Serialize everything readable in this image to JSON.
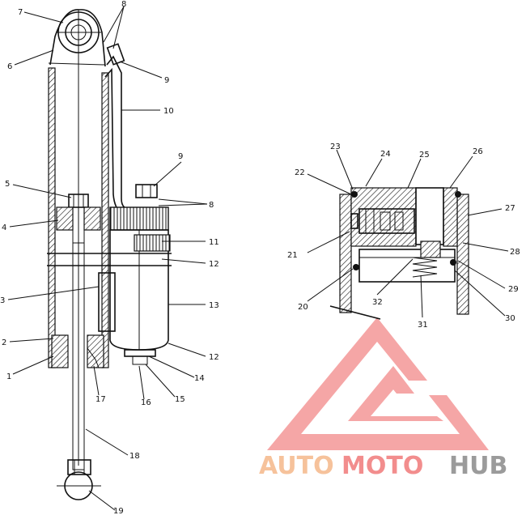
{
  "diagram": {
    "callouts": [
      "7",
      "8",
      "6",
      "9",
      "10",
      "9",
      "8",
      "5",
      "4",
      "11",
      "12",
      "3",
      "13",
      "2",
      "1",
      "12",
      "14",
      "17",
      "16",
      "15",
      "18",
      "19",
      "23",
      "24",
      "25",
      "26",
      "22",
      "27",
      "21",
      "28",
      "20",
      "32",
      "29",
      "31",
      "30"
    ]
  },
  "watermark": {
    "part1": "AUTO",
    "part2": "MOTO",
    "part3": "HUB",
    "colors": {
      "auto": "#f5b88a",
      "moto": "#f07a7a",
      "hub": "#8a8a8a",
      "triangle": "#f28b8b"
    }
  }
}
